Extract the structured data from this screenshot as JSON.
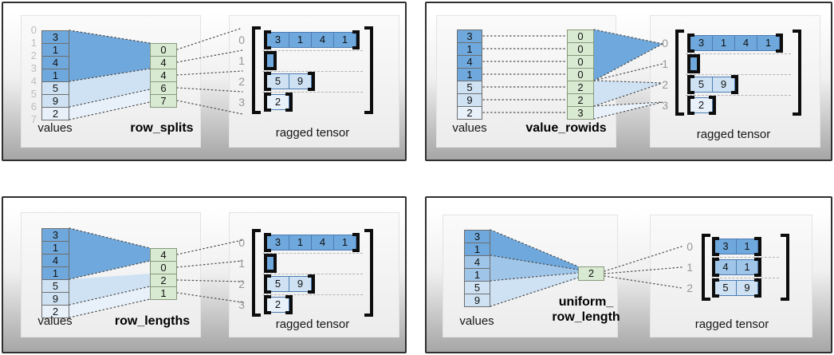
{
  "colors": {
    "dark_blue": "#6fa8dc",
    "medium_blue": "#9fc5e8",
    "light_blue": "#cfe2f3",
    "pale_blue": "#e8f1fa",
    "green": "#d9ead3"
  },
  "quadrants": [
    {
      "method_label": "row_splits",
      "values_label": "values",
      "tensor_label": "ragged tensor",
      "value_indices": [
        "0",
        "1",
        "2",
        "3",
        "4",
        "5",
        "6",
        "7"
      ],
      "values": [
        "3",
        "1",
        "4",
        "1",
        "5",
        "9",
        "2"
      ],
      "method_cells": [
        "0",
        "4",
        "4",
        "6",
        "7"
      ],
      "rows": [
        {
          "index": "0",
          "cells": [
            "3",
            "1",
            "4",
            "1"
          ]
        },
        {
          "index": "1",
          "cells": []
        },
        {
          "index": "2",
          "cells": [
            "5",
            "9"
          ]
        },
        {
          "index": "3",
          "cells": [
            "2"
          ]
        }
      ]
    },
    {
      "method_label": "value_rowids",
      "values_label": "values",
      "tensor_label": "ragged tensor",
      "values": [
        "3",
        "1",
        "4",
        "1",
        "5",
        "9",
        "2"
      ],
      "method_cells": [
        "0",
        "0",
        "0",
        "0",
        "2",
        "2",
        "3"
      ],
      "rows": [
        {
          "index": "0",
          "cells": [
            "3",
            "1",
            "4",
            "1"
          ]
        },
        {
          "index": "1",
          "cells": []
        },
        {
          "index": "2",
          "cells": [
            "5",
            "9"
          ]
        },
        {
          "index": "3",
          "cells": [
            "2"
          ]
        }
      ]
    },
    {
      "method_label": "row_lengths",
      "values_label": "values",
      "tensor_label": "ragged tensor",
      "values": [
        "3",
        "1",
        "4",
        "1",
        "5",
        "9",
        "2"
      ],
      "method_cells": [
        "4",
        "0",
        "2",
        "1"
      ],
      "rows": [
        {
          "index": "0",
          "cells": [
            "3",
            "1",
            "4",
            "1"
          ]
        },
        {
          "index": "1",
          "cells": []
        },
        {
          "index": "2",
          "cells": [
            "5",
            "9"
          ]
        },
        {
          "index": "3",
          "cells": [
            "2"
          ]
        }
      ]
    },
    {
      "method_label_line1": "uniform_",
      "method_label_line2": "row_length",
      "values_label": "values",
      "tensor_label": "ragged tensor",
      "values": [
        "3",
        "1",
        "4",
        "1",
        "5",
        "9"
      ],
      "method_cells": [
        "2"
      ],
      "rows": [
        {
          "index": "0",
          "cells": [
            "3",
            "1"
          ]
        },
        {
          "index": "1",
          "cells": [
            "4",
            "1"
          ]
        },
        {
          "index": "2",
          "cells": [
            "5",
            "9"
          ]
        }
      ]
    }
  ]
}
